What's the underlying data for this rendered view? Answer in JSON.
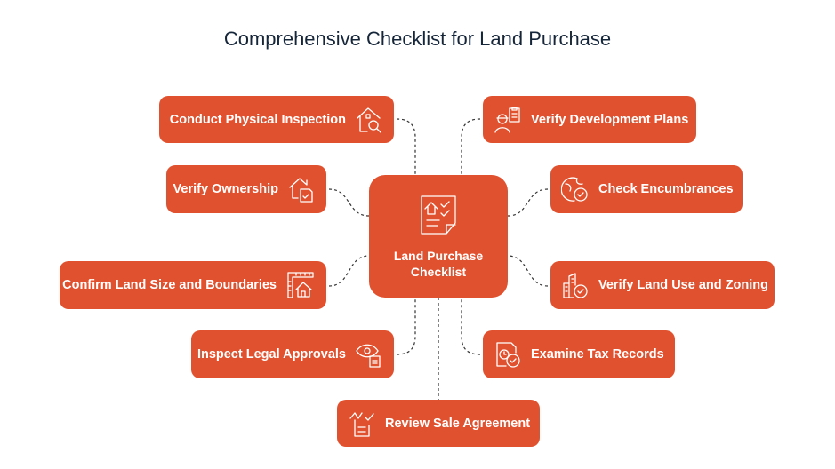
{
  "title": "Comprehensive Checklist for Land Purchase",
  "center": {
    "line1": "Land Purchase",
    "line2": "Checklist",
    "icon": "checklist-house-icon"
  },
  "left_items": [
    {
      "label": "Conduct Physical Inspection",
      "icon": "house-search-icon"
    },
    {
      "label": "Verify Ownership",
      "icon": "house-document-check-icon"
    },
    {
      "label": "Confirm Land Size and Boundaries",
      "icon": "ruler-house-icon"
    },
    {
      "label": "Inspect Legal Approvals",
      "icon": "eye-document-icon"
    }
  ],
  "right_items": [
    {
      "label": "Verify Development Plans",
      "icon": "engineer-clipboard-icon"
    },
    {
      "label": "Check Encumbrances",
      "icon": "globe-check-icon"
    },
    {
      "label": "Verify Land Use and Zoning",
      "icon": "building-check-icon"
    },
    {
      "label": "Examine Tax Records",
      "icon": "document-clock-check-icon"
    }
  ],
  "bottom_item": {
    "label": "Review Sale Agreement",
    "icon": "signing-document-icon"
  },
  "colors": {
    "accent": "#e0522f",
    "title": "#16263a"
  }
}
